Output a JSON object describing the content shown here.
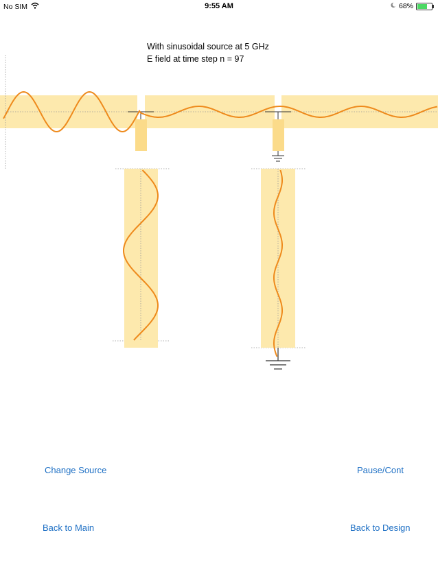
{
  "status_bar": {
    "carrier": "No SIM",
    "time": "9:55 AM",
    "battery": "68%",
    "battery_level": 0.68
  },
  "caption": {
    "line1": "With sinusoidal source at 5 GHz",
    "line2": "E field at time step n = 97"
  },
  "buttons": {
    "change_source": "Change Source",
    "pause_cont": "Pause/Cont",
    "back_main": "Back to Main",
    "back_design": "Back to Design"
  },
  "colors": {
    "trace_fill": "#fde9ad",
    "trace_stub_fill": "#fbdb8a",
    "wave": "#ee8a1c",
    "button_text": "#1d6fc4"
  },
  "icons": [
    "wifi-icon",
    "moon-icon",
    "battery-icon",
    "ground-icon"
  ]
}
